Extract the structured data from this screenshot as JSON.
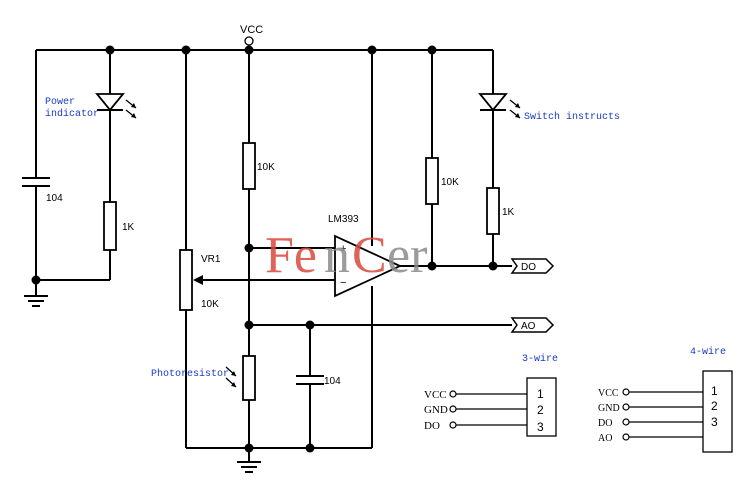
{
  "labels": {
    "vcc": "VCC",
    "power_indicator_line1": "Power",
    "power_indicator_line2": "indicator",
    "switch_instructs": "Switch instructs",
    "photoresistor": "Photoresistor",
    "c1": "104",
    "c2": "104",
    "r_led1": "1K",
    "r_led2": "1K",
    "r_top": "10K",
    "r_pullup": "10K",
    "vr1_name": "VR1",
    "vr1_value": "10K",
    "opamp": "LM393",
    "opamp_plus": "+",
    "opamp_minus": "−",
    "do_port": "DO",
    "ao_port": "AO"
  },
  "watermark": {
    "red_part": "Fe",
    "gray_part": "n",
    "red_part2": "C",
    "gray_part2": "er"
  },
  "connectors": {
    "three_wire": {
      "title": "3-wire",
      "pins": [
        "VCC",
        "GND",
        "DO"
      ],
      "numbers": [
        "1",
        "2",
        "3"
      ]
    },
    "four_wire": {
      "title": "4-wire",
      "pins": [
        "VCC",
        "GND",
        "DO",
        "AO"
      ],
      "numbers": [
        "1",
        "2",
        "3"
      ]
    }
  },
  "colors": {
    "wire": "#000000",
    "annotation_blue": "#1a3ac8",
    "watermark_red": "#d9483b",
    "watermark_gray": "#8a8a8a"
  }
}
